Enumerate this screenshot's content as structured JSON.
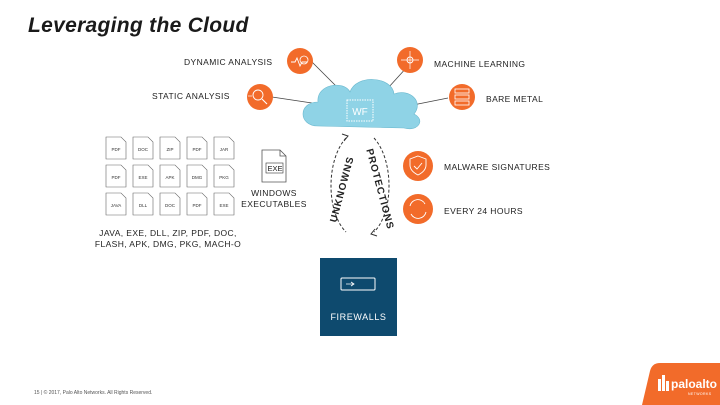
{
  "title": "Leveraging the Cloud",
  "features": {
    "dynamic_analysis": "DYNAMIC ANALYSIS",
    "machine_learning": "MACHINE LEARNING",
    "static_analysis": "STATIC ANALYSIS",
    "bare_metal": "BARE METAL",
    "malware_signatures": "MALWARE SIGNATURES",
    "every_24_hours": "EVERY 24 HOURS"
  },
  "cloud": {
    "badge": "WF"
  },
  "arrows": {
    "unknowns": "UNKNOWNS",
    "protections": "PROTECTIONS"
  },
  "files": {
    "windows_executables_line1": "WINDOWS",
    "windows_executables_line2": "EXECUTABLES",
    "exe_badge": "EXE",
    "file_types_line1": "JAVA, EXE, DLL, ZIP, PDF, DOC,",
    "file_types_line2": "FLASH, APK, DMG, PKG, MACH-O",
    "tiles": [
      "PDF",
      "DOC",
      "ZIP",
      "PDF",
      "JAR",
      "PDF",
      "EXE",
      "APK",
      "DMG",
      "PKG",
      "JAVA",
      "DLL",
      "DOC",
      "PDF",
      "EXE"
    ]
  },
  "firewall": {
    "label": "FIREWALLS"
  },
  "footer": "15 | © 2017, Palo Alto Networks. All Rights Reserved.",
  "logo": {
    "text": "paloalto",
    "sub": "NETWORKS"
  },
  "colors": {
    "accent": "#f26b2a",
    "accent_dark": "#e8501e",
    "cloud": "#8fd3e6",
    "firewall": "#0e4a6e"
  }
}
